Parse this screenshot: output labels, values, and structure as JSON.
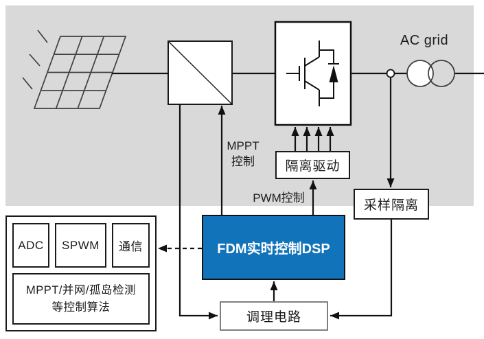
{
  "diagram": {
    "title_domain": "PV grid-connected inverter DSP control block diagram",
    "labels": {
      "ac_grid": "AC grid",
      "mppt_line1": "MPPT",
      "mppt_line2": "控制",
      "pwm_control": "PWM控制"
    },
    "boxes": {
      "isolation_drive": "隔离驱动",
      "sampling_isolation": "采样隔离",
      "dsp": "FDM实时控制DSP",
      "conditioning_circuit": "调理电路"
    },
    "controller_modules": {
      "adc": "ADC",
      "spwm": "SPWM",
      "comm": "通信",
      "algorithms_line1": "MPPT/并网/孤岛检测",
      "algorithms_line2": "等控制算法"
    },
    "icons": {
      "solar_panel": "solar-panel-icon",
      "dc_dc_converter": "dc-dc-converter-icon",
      "igbt_inverter": "igbt-inverter-icon",
      "transformer": "transformer-icon",
      "grid_node": "grid-connection-node-icon"
    },
    "colors": {
      "dsp_blue": "#1173B9",
      "background_gray": "#D9D9D9",
      "line_black": "#1A1A1A",
      "conditioning_border_gray": "#7F7F7F"
    }
  }
}
